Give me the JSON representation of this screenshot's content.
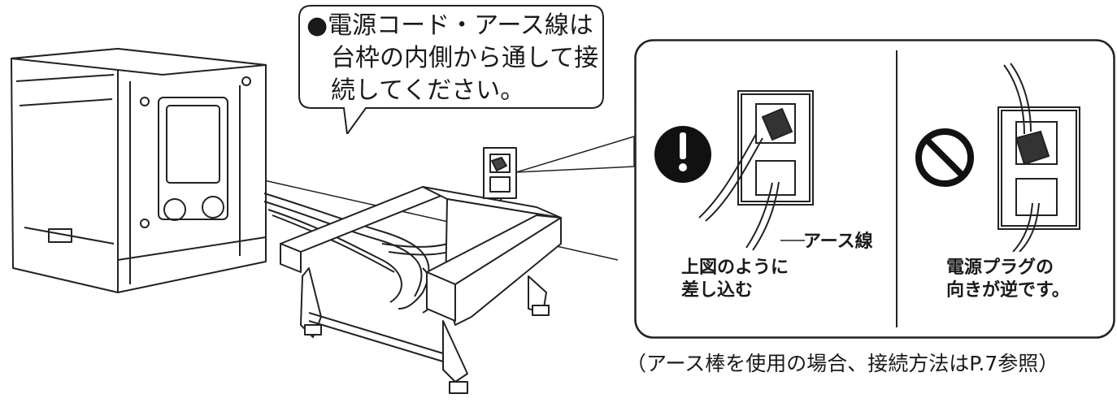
{
  "callout": {
    "lines": [
      "●電源コード・アース線は",
      "台枠の内側から通して接",
      "続してください。"
    ]
  },
  "panel_left": {
    "icon": "exclamation-icon",
    "earth_label": "アース線",
    "caption_lines": [
      "上図のように",
      "差し込む"
    ]
  },
  "panel_right": {
    "icon": "prohibition-icon",
    "caption_lines": [
      "電源プラグの",
      "向きが逆です。"
    ]
  },
  "footer": {
    "note": "（アース棒を使用の場合、接続方法はP.7参照）"
  }
}
